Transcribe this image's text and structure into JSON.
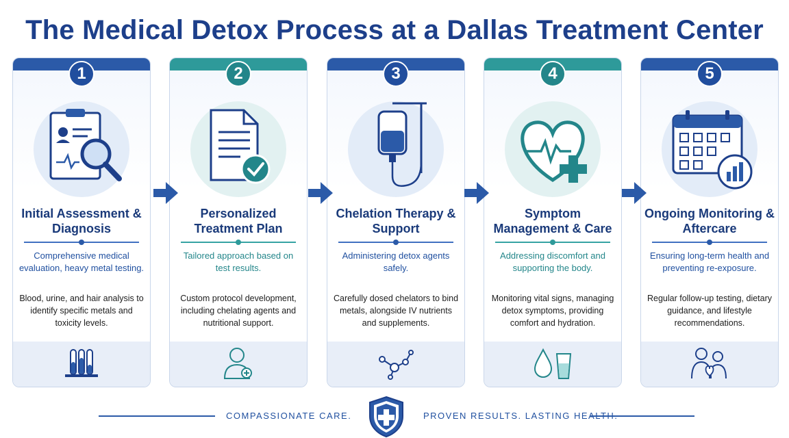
{
  "title": "The Medical Detox Process at a Dallas Treatment Center",
  "colors": {
    "blue": "#2b5aa8",
    "teal": "#2e9a9a",
    "navy": "#1d3f8a"
  },
  "steps": [
    {
      "number": "1",
      "title": "Initial Assessment & Diagnosis",
      "subtitle": "Comprehensive medical evaluation, heavy metal testing.",
      "body": "Blood, urine, and hair analysis to identify specific metals and toxicity levels.",
      "icon": "clipboard-magnifier-icon",
      "footer_icon": "test-tubes-icon",
      "theme": "blue"
    },
    {
      "number": "2",
      "title": "Personalized Treatment Plan",
      "subtitle": "Tailored approach based on test results.",
      "body": "Custom protocol development, including chelating agents and nutritional support.",
      "icon": "document-check-icon",
      "footer_icon": "doctor-icon",
      "theme": "teal"
    },
    {
      "number": "3",
      "title": "Chelation Therapy & Support",
      "subtitle": "Administering detox agents safely.",
      "body": "Carefully dosed chelators to bind metals, alongside IV nutrients and supplements.",
      "icon": "iv-bag-icon",
      "footer_icon": "molecule-icon",
      "theme": "blue"
    },
    {
      "number": "4",
      "title": "Symptom Management & Care",
      "subtitle": "Addressing discomfort and supporting the body.",
      "body": "Monitoring vital signs, managing detox symptoms, providing comfort and hydration.",
      "icon": "heart-pulse-icon",
      "footer_icon": "water-drop-icon",
      "theme": "teal"
    },
    {
      "number": "5",
      "title": "Ongoing Monitoring & Aftercare",
      "subtitle": "Ensuring long-term health and preventing re-exposure.",
      "body": "Regular follow-up testing, dietary guidance, and lifestyle recommendations.",
      "icon": "calendar-chart-icon",
      "footer_icon": "people-heart-icon",
      "theme": "blue"
    }
  ],
  "tagline_left": "COMPASSIONATE CARE.",
  "tagline_right": "PROVEN RESULTS. LASTING HEALTH."
}
